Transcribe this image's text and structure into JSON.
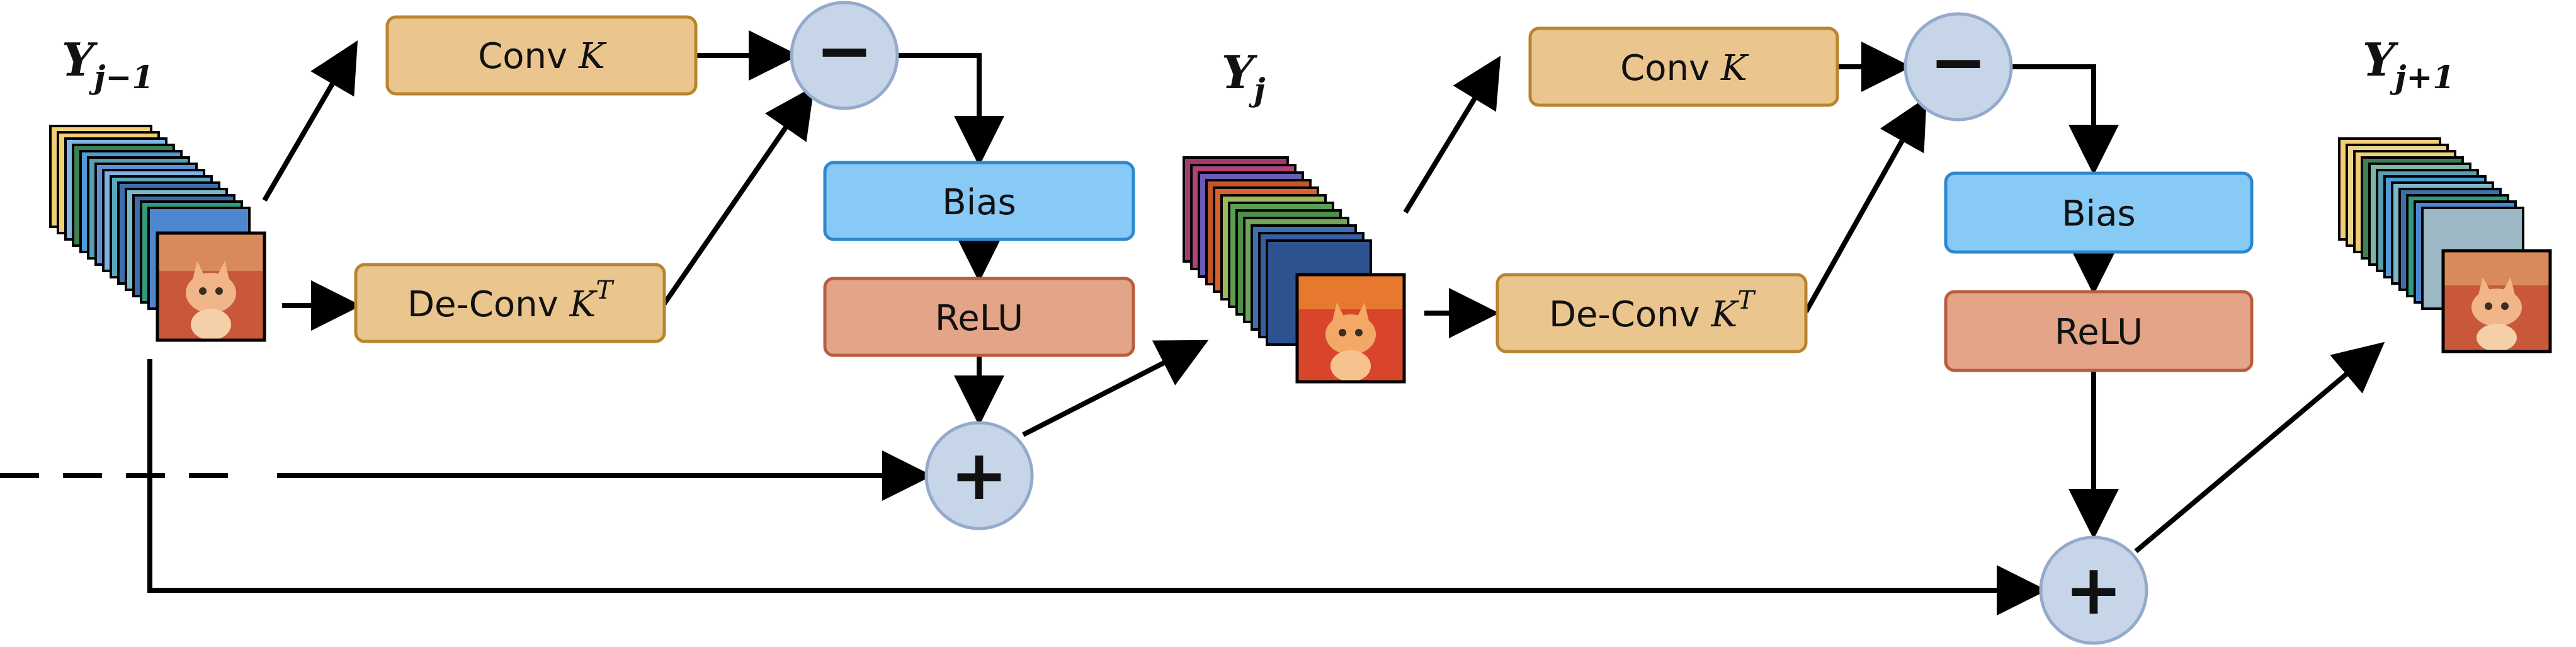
{
  "blocks": {
    "block1": {
      "input_label": {
        "base": "Y",
        "sub": "j−1"
      },
      "conv_label": {
        "text": "Conv ",
        "math": "K",
        "sup": ""
      },
      "deconv_label": {
        "text": "De-Conv ",
        "math": "K",
        "sup": "T"
      },
      "subtract_symbol": "−",
      "bias_label": "Bias",
      "relu_label": "ReLU",
      "add_symbol": "+"
    },
    "middle_label": {
      "base": "Y",
      "sub": "j"
    },
    "block2": {
      "conv_label": {
        "text": "Conv ",
        "math": "K",
        "sup": ""
      },
      "deconv_label": {
        "text": "De-Conv ",
        "math": "K",
        "sup": "T"
      },
      "subtract_symbol": "−",
      "bias_label": "Bias",
      "relu_label": "ReLU",
      "add_symbol": "+"
    },
    "output_label": {
      "base": "Y",
      "sub": "j+1"
    }
  },
  "colors": {
    "conv_fill": "#EAC68E",
    "conv_stroke": "#B8852E",
    "bias_fill": "#86CAF5",
    "bias_stroke": "#2C87CF",
    "relu_fill": "#E4A487",
    "relu_stroke": "#B85E3F",
    "op_fill": "#C7D5E8",
    "op_stroke": "#94AACB",
    "arrow": "#000000"
  },
  "icons": {
    "feature_stack": "stacked-feature-maps-with-cat-image"
  }
}
